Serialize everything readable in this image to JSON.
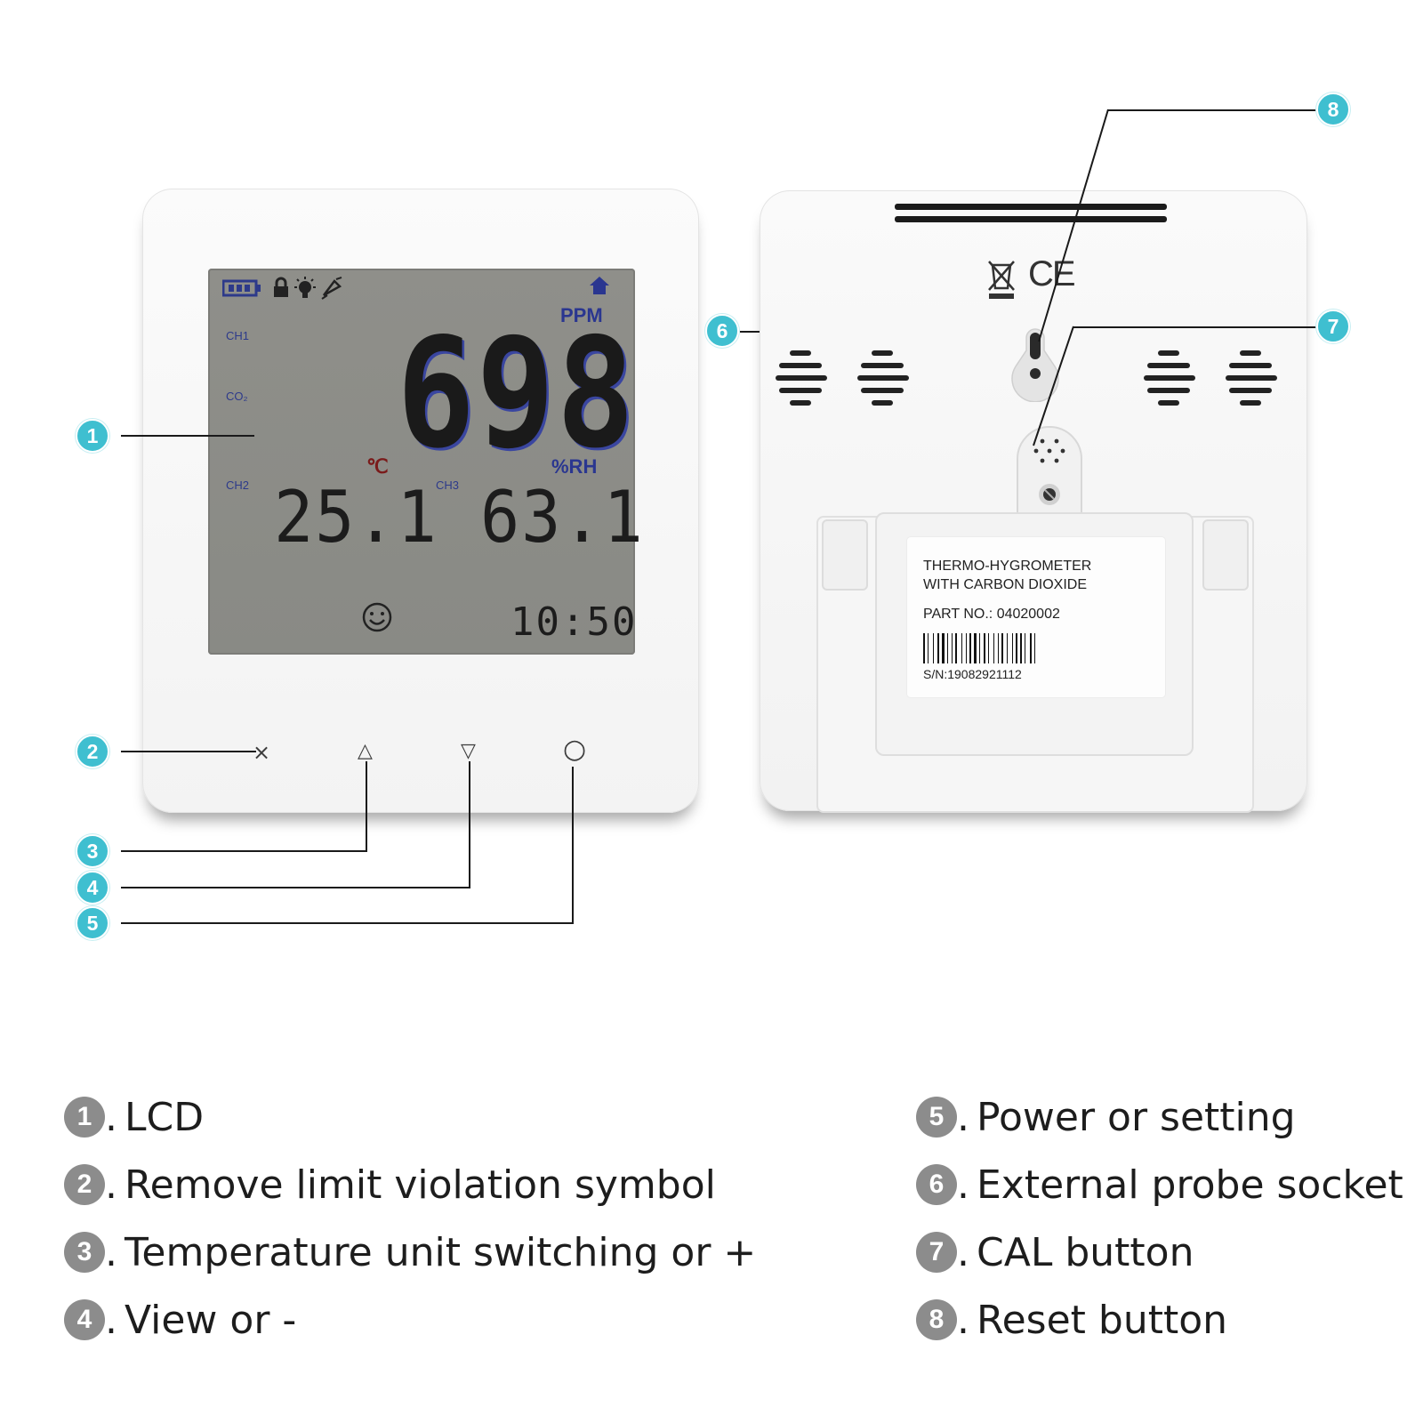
{
  "lcd": {
    "ch1": "CH1",
    "co2": "CO₂",
    "ppm_unit": "PPM",
    "co2_value": "698",
    "temp_unit": "℃",
    "rh_unit": "%RH",
    "ch2": "CH2",
    "ch3": "CH3",
    "temp_value": "25.1",
    "rh_value": "63.1",
    "time": "10:50",
    "face_icon": "smiley-face-icon",
    "status_icons": [
      "battery-icon",
      "lock-icon",
      "backlight-bulb-icon",
      "alarm-bell-icon",
      "home-icon"
    ]
  },
  "front_buttons": [
    {
      "icon": "close-x-icon",
      "glyph": "×"
    },
    {
      "icon": "triangle-up-icon",
      "glyph": "△"
    },
    {
      "icon": "triangle-down-icon",
      "glyph": "▽"
    },
    {
      "icon": "circle-power-icon",
      "glyph": "○"
    }
  ],
  "sticker": {
    "line1": "THERMO-HYGROMETER",
    "line2": "WITH CARBON DIOXIDE",
    "part_no": "PART NO.: 04020002",
    "serial": "S/N:19082921112"
  },
  "back_marks": {
    "ce": "CE",
    "weee_icon": "crossed-bin-icon"
  },
  "callouts": [
    "1",
    "2",
    "3",
    "4",
    "5",
    "6",
    "7",
    "8"
  ],
  "legend": [
    {
      "num": "1",
      "sep": ".",
      "text": "LCD"
    },
    {
      "num": "2",
      "sep": ".",
      "text": "Remove limit violation symbol"
    },
    {
      "num": "3",
      "sep": ".",
      "text": "Temperature unit switching or +"
    },
    {
      "num": "4",
      "sep": ".",
      "text": "View or -"
    },
    {
      "num": "5",
      "sep": ".",
      "text": "Power or setting"
    },
    {
      "num": "6",
      "sep": ".",
      "text": "External probe socket"
    },
    {
      "num": "7",
      "sep": ".",
      "text": "CAL button"
    },
    {
      "num": "8",
      "sep": ".",
      "text": "Reset button"
    }
  ],
  "colors": {
    "callout": "#3fbfd0",
    "legend_badge": "#8c8c8c",
    "lcd_background": "#8b8c87",
    "lcd_accent": "#2a3690"
  }
}
